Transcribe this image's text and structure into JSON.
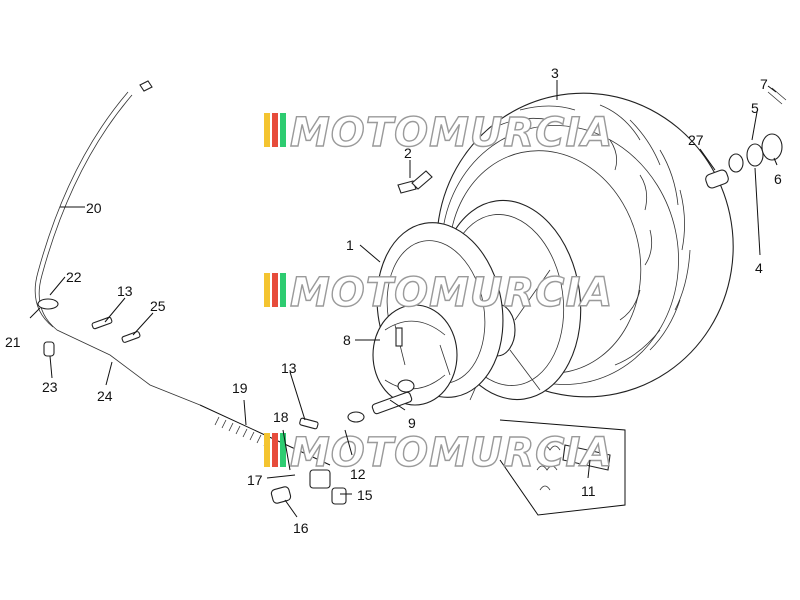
{
  "watermark": {
    "text": "MOTOMURCIA",
    "colors": [
      "#f4c430",
      "#e74c3c",
      "#2ecc71"
    ]
  },
  "labels": [
    "1",
    "2",
    "3",
    "4",
    "5",
    "6",
    "7",
    "8",
    "9",
    "11",
    "12",
    "13",
    "13",
    "15",
    "16",
    "17",
    "18",
    "19",
    "20",
    "21",
    "22",
    "23",
    "24",
    "25",
    "27"
  ]
}
